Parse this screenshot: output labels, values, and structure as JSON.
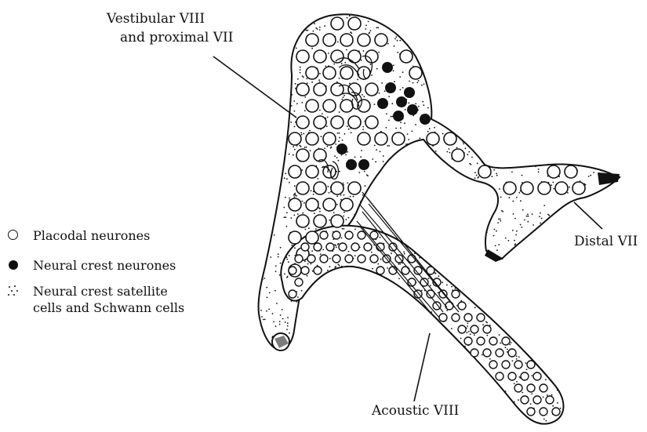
{
  "labels": {
    "vestibular_line1": "Vestibular VIII",
    "vestibular_line2": "and proximal VII",
    "distal": "Distal VII",
    "acoustic": "Acoustic VIII"
  },
  "legend": {
    "placodal": "Placodal neurones",
    "crest": "Neural crest neurones",
    "satellite_line1": "Neural crest satellite",
    "satellite_line2": "cells and Schwann cells"
  },
  "colors": {
    "ink": "#111111",
    "paper": "#ffffff"
  }
}
